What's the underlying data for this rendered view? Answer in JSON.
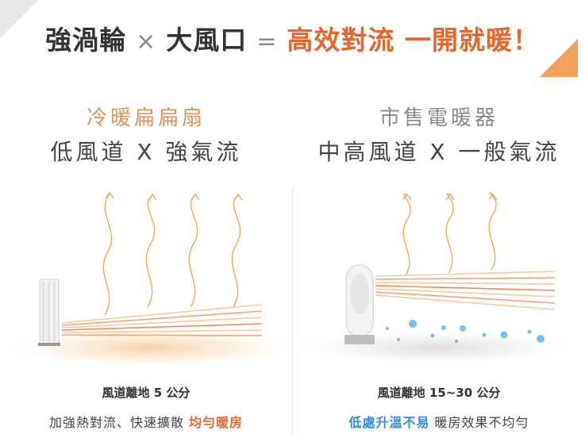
{
  "headline": {
    "part1": "強渦輪",
    "times": "×",
    "part2": "大風口",
    "equals": "=",
    "result": "高效對流 一開就暖！"
  },
  "left": {
    "title": "冷暖扁扁扇",
    "airflow": "低風道 X 強氣流",
    "caption_line1": "風道離地 5 公分",
    "caption_line2_text": "加強熱對流、快速擴散",
    "caption_line2_highlight": "均勻暖房",
    "colors": {
      "accent": "#e5672e",
      "arrow": "#f0a24c"
    }
  },
  "right": {
    "title": "市售電暖器",
    "airflow": "中高風道 X 一般氣流",
    "caption_line1": "風道離地 15~30 公分",
    "caption_line2_highlight": "低處升溫不易",
    "caption_line2_text": "暖房效果不均勻",
    "colors": {
      "accent": "#2f8fd1",
      "bubble": "#6ec3ef"
    }
  }
}
